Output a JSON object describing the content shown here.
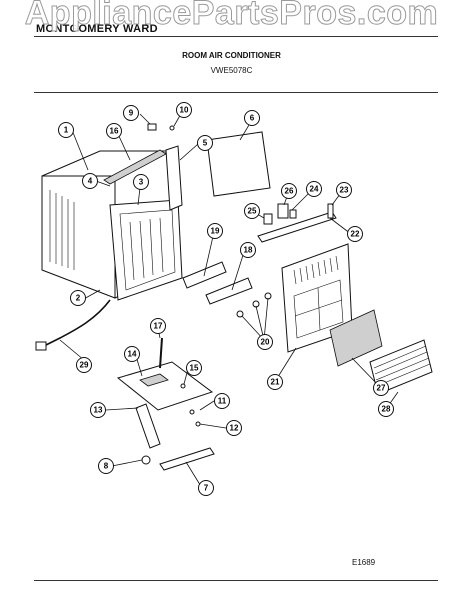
{
  "header": {
    "watermark": "AppliancePartsPros.com",
    "brand": "MONTGOMERY WARD",
    "title": "ROOM AIR CONDITIONER",
    "model": "VWE5078C"
  },
  "diagram_code": "E1689",
  "callouts": [
    "1",
    "2",
    "3",
    "4",
    "5",
    "6",
    "7",
    "8",
    "9",
    "10",
    "11",
    "12",
    "13",
    "14",
    "15",
    "16",
    "17",
    "18",
    "19",
    "20",
    "21",
    "22",
    "23",
    "24",
    "25",
    "26",
    "27",
    "28",
    "29"
  ]
}
